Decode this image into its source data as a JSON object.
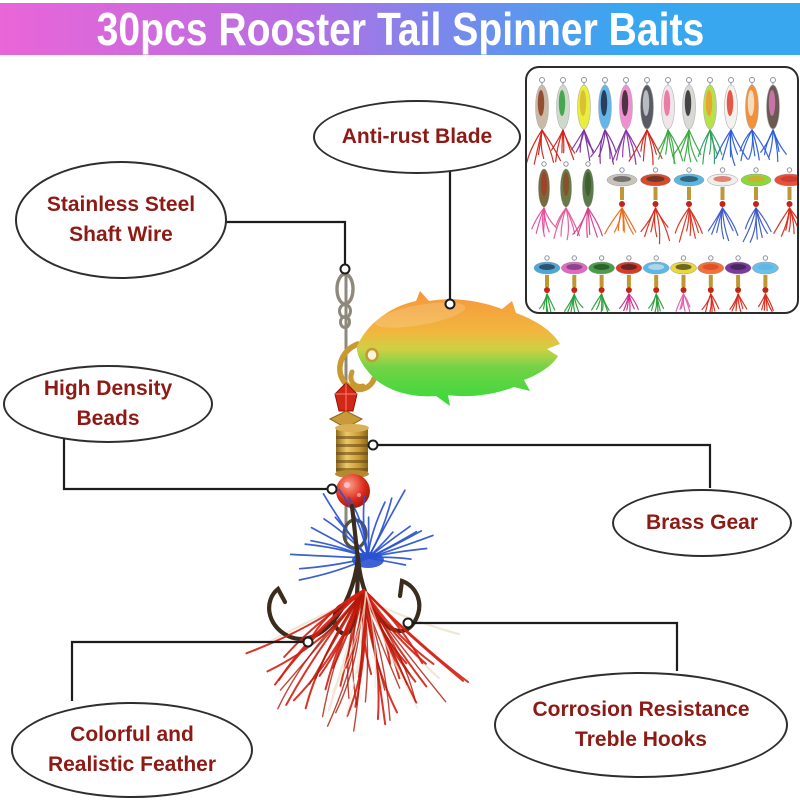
{
  "banner": {
    "title": "30pcs Rooster Tail Spinner Baits",
    "bg_left": "#e965d8",
    "bg_mid1": "#b66fe3",
    "bg_mid2": "#7b87ec",
    "bg_right": "#38a7f0",
    "text_color": "#ffffff"
  },
  "callouts": {
    "text_color": "#8e1a15",
    "border_color": "#2e2e2e",
    "stainless_steel": {
      "line1": "Stainless Steel",
      "line2": "Shaft Wire"
    },
    "anti_rust": {
      "line1": "Anti-rust Blade"
    },
    "high_density": {
      "line1": "High Density",
      "line2": "Beads"
    },
    "brass_gear": {
      "line1": "Brass Gear"
    },
    "colorful_feather": {
      "line1": "Colorful and",
      "line2": "Realistic Feather"
    },
    "treble_hooks": {
      "line1": "Corrosion Resistance",
      "line2": "Treble Hooks"
    }
  },
  "lure": {
    "blade_top": "#f5973c",
    "blade_upper": "#f2b63e",
    "blade_mid": "#cfd044",
    "blade_lower": "#74d246",
    "blade_bottom": "#3bd93c",
    "wire_color": "#8e897c",
    "clevis_color": "#c8992e",
    "faceted_bead_color": "#d02717",
    "bicone_bead_color": "#c89a3a",
    "brass_body_light": "#ecc967",
    "brass_body_dark": "#7c5a14",
    "round_bead_color": "#d92a18",
    "hook_color": "#3b2d1d",
    "eye_wire_color": "#55503f",
    "feather_blue": "#2a52cf",
    "feather_red": "#d31f12",
    "feather_cream": "#efe6d4",
    "line_color": "#1c1c1c"
  },
  "inset": {
    "border_color": "#2b2b2b",
    "bg": "#ffffff",
    "rows": [
      [
        {
          "k": "spoon",
          "b": "#c9baa7",
          "a": "#8a3b20",
          "f": "#d42016"
        },
        {
          "k": "spoon",
          "b": "#cfd8cc",
          "a": "#2f9e3a",
          "f": "#d42016"
        },
        {
          "k": "spoon",
          "b": "#e8ef3a",
          "a": "#d8b82e",
          "f": "#7a2f9e"
        },
        {
          "k": "spoon",
          "b": "#64b6e8",
          "a": "#1b2b4a",
          "f": "#7a2f9e"
        },
        {
          "k": "spoon",
          "b": "#ef8fd0",
          "a": "#31222e",
          "f": "#8a35a8"
        },
        {
          "k": "spoon",
          "b": "#5a5a64",
          "a": "#c8ccd4",
          "f": "#d42016"
        },
        {
          "k": "spoon",
          "b": "#f0e6ea",
          "a": "#e86a9a",
          "f": "#38a83c"
        },
        {
          "k": "spoon",
          "b": "#d8d8d4",
          "a": "#2a2a2a",
          "f": "#38a83c"
        },
        {
          "k": "spoon",
          "b": "#b8e04a",
          "a": "#f09a2a",
          "f": "#2aa05a"
        },
        {
          "k": "spoon",
          "b": "#f2f2ee",
          "a": "#e83b28",
          "f": "#2a5cd8"
        },
        {
          "k": "spoon",
          "b": "#f2913a",
          "a": "#f2ead8",
          "f": "#2a5cd8"
        },
        {
          "k": "spoon",
          "b": "#6a5a52",
          "a": "#d878b8",
          "f": "#2a5cd8"
        }
      ],
      [
        {
          "k": "fish",
          "b": "#7a6a3a",
          "a": "#a83b2a",
          "f": "#e84a9a"
        },
        {
          "k": "fish",
          "b": "#6a7a42",
          "a": "#8a4a2a",
          "f": "#e8589a"
        },
        {
          "k": "fish",
          "b": "#5a7a4a",
          "a": "#3a5a2a",
          "f": "#d83b8a"
        },
        {
          "k": "spinner",
          "b": "#c8c4bc",
          "a": "#3a3a3a",
          "f": "#e86a1a"
        },
        {
          "k": "spinner",
          "b": "#d84a2a",
          "a": "#2a2a2a",
          "f": "#d82a1a"
        },
        {
          "k": "spinner",
          "b": "#58b8e0",
          "a": "#1a2a3a",
          "f": "#d83222"
        },
        {
          "k": "spinner",
          "b": "#eeeeea",
          "a": "#d83a2a",
          "f": "#3a58c8"
        },
        {
          "k": "spinner",
          "b": "#8ad83a",
          "a": "#f09a2a",
          "f": "#3a58c8"
        },
        {
          "k": "spinner",
          "b": "#e8503a",
          "a": "#c03028",
          "f": "#d82a1a"
        }
      ],
      [
        {
          "k": "spinner",
          "b": "#4aa8d8",
          "a": "#1a1a2a",
          "f": "#2a9e3a"
        },
        {
          "k": "spinner",
          "b": "#e06ac0",
          "a": "#5a2a6a",
          "f": "#2a9e3a"
        },
        {
          "k": "spinner",
          "b": "#4a9e4a",
          "a": "#1a3a1a",
          "f": "#2a9e3a"
        },
        {
          "k": "spinner",
          "b": "#d83a2a",
          "a": "#1a1a1a",
          "f": "#c82a8a"
        },
        {
          "k": "spinner",
          "b": "#5ab8e8",
          "a": "#e8e8e8",
          "f": "#2a9e3a"
        },
        {
          "k": "spinner",
          "b": "#e8d83a",
          "a": "#1a1a1a",
          "f": "#e060b0"
        },
        {
          "k": "spinner",
          "b": "#f0713a",
          "a": "#d83a1a",
          "f": "#d82a1a"
        },
        {
          "k": "spinner",
          "b": "#7a3a9e",
          "a": "#2a1a3a",
          "f": "#d82a1a"
        },
        {
          "k": "spinner",
          "b": "#6ac0ea",
          "a": "#5ab0e0",
          "f": "#d82a1a"
        }
      ]
    ]
  }
}
